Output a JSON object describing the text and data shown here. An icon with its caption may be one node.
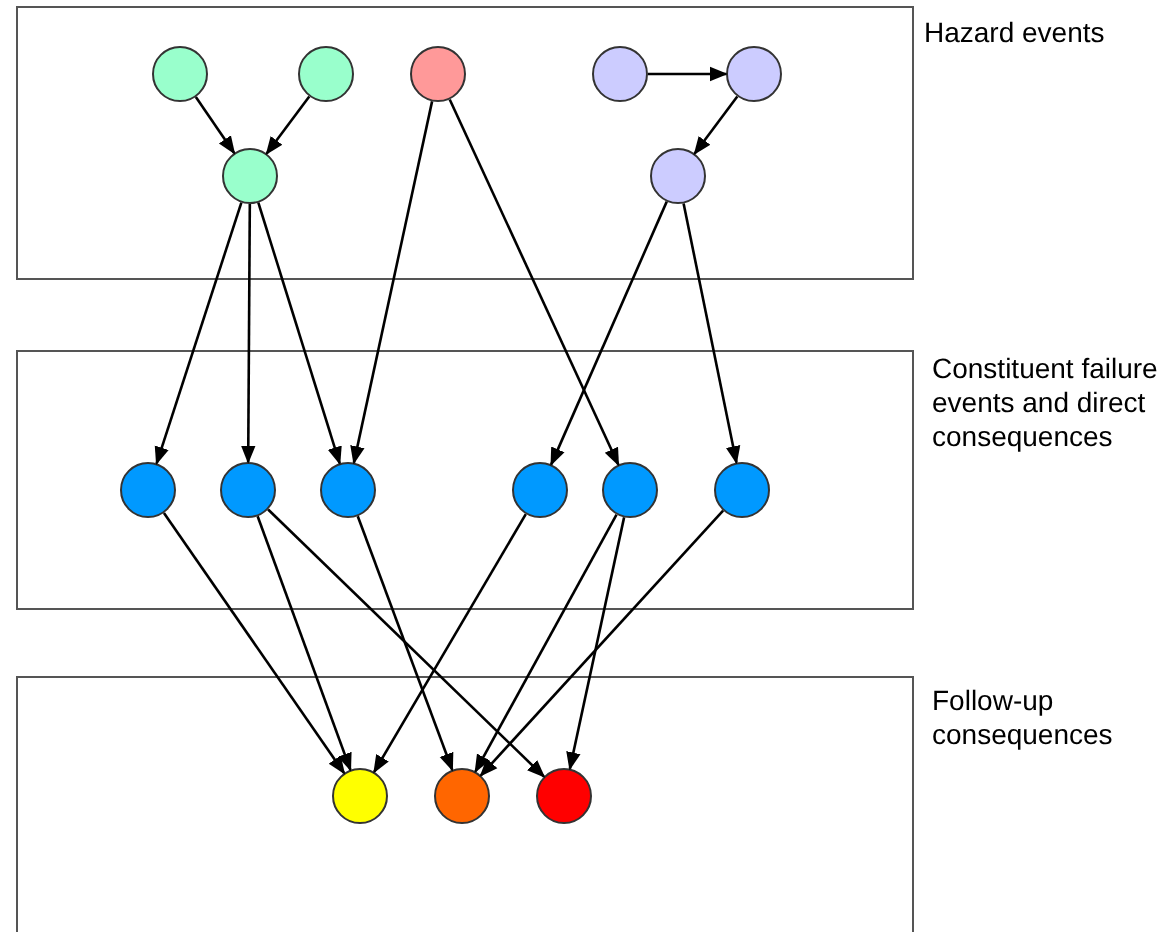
{
  "diagram": {
    "nodes": [
      {
        "text": [
          "Hazard events"
        ]
      },
      {
        "text": [],
        "shape": "circle",
        "in": 0
      },
      {
        "text": [],
        "shape": "circle",
        "in": 0
      },
      {
        "text": [],
        "shape": "circle",
        "in": 0
      },
      {
        "text": [],
        "shape": "circle",
        "in": 0
      },
      {
        "text": [],
        "shape": "circle",
        "in": 0
      },
      {
        "text": [],
        "shape": "circle",
        "in": 0
      },
      {
        "text": [],
        "shape": "circle",
        "in": 0
      },
      {
        "text": [
          "Constituent failure events and direct consequences"
        ]
      },
      {
        "text": [],
        "shape": "circle",
        "in": 8
      },
      {
        "text": [],
        "shape": "circle",
        "in": 8
      },
      {
        "text": [],
        "shape": "circle",
        "in": 8
      },
      {
        "text": [],
        "shape": "circle",
        "in": 8
      },
      {
        "text": [],
        "shape": "circle",
        "in": 8
      },
      {
        "text": [],
        "shape": "circle",
        "in": 8
      },
      {
        "text": [
          "Follow-up consequences"
        ]
      },
      {
        "text": [],
        "shape": "circle",
        "in": 15
      },
      {
        "text": [],
        "shape": "circle",
        "in": 15
      },
      {
        "text": [],
        "shape": "circle",
        "in": 15
      }
    ],
    "edges": [
      {
        "from": 1,
        "to": 6,
        "arrow": "to"
      },
      {
        "from": 2,
        "to": 6,
        "arrow": "to"
      },
      {
        "from": 4,
        "to": 5,
        "arrow": "to"
      },
      {
        "from": 5,
        "to": 7,
        "arrow": "to"
      },
      {
        "from": 6,
        "to": 9,
        "arrow": "to"
      },
      {
        "from": 6,
        "to": 10,
        "arrow": "to"
      },
      {
        "from": 6,
        "to": 11,
        "arrow": "to"
      },
      {
        "from": 3,
        "to": 11,
        "arrow": "to"
      },
      {
        "from": 3,
        "to": 13,
        "arrow": "to"
      },
      {
        "from": 7,
        "to": 12,
        "arrow": "to"
      },
      {
        "from": 7,
        "to": 14,
        "arrow": "to"
      },
      {
        "from": 9,
        "to": 16,
        "arrow": "to"
      },
      {
        "from": 10,
        "to": 16,
        "arrow": "to"
      },
      {
        "from": 10,
        "to": 18,
        "arrow": "to"
      },
      {
        "from": 11,
        "to": 17,
        "arrow": "to"
      },
      {
        "from": 12,
        "to": 16,
        "arrow": "to"
      },
      {
        "from": 13,
        "to": 17,
        "arrow": "to"
      },
      {
        "from": 13,
        "to": 18,
        "arrow": "to"
      },
      {
        "from": 14,
        "to": 17,
        "arrow": "to"
      }
    ]
  }
}
